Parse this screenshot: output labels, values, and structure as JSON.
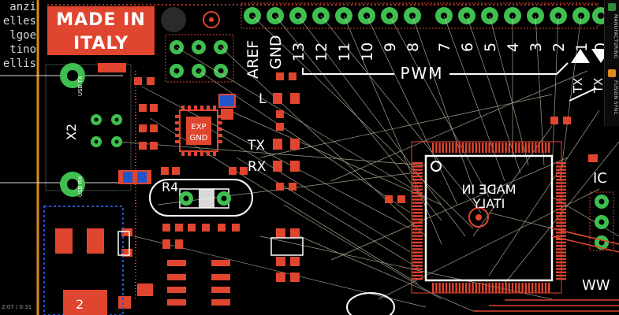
{
  "left_list": {
    "names": [
      "anzi",
      "elles",
      "lgoe",
      "tino",
      "ellis"
    ]
  },
  "board": {
    "silk_logo_line1": "MADE IN",
    "silk_logo_line2": "ITALY",
    "header_pins": [
      "AREF",
      "GND",
      "13",
      "12",
      "11",
      "10",
      "9",
      "8",
      "7",
      "6",
      "5",
      "4",
      "3",
      "2",
      "1",
      "0"
    ],
    "pwm_label": "PWM",
    "tx_arrow_label": "TX",
    "tx_right_label": "TX",
    "connector_label": "X2",
    "usb_label_top": "USB\nTX",
    "usb_label_bottom": "USB\nRX",
    "chip_small_line1": "EXP",
    "chip_small_line2": "GND",
    "label_l": "L",
    "label_tx": "TX",
    "label_rx": "RX",
    "label_r4": "R4",
    "label_ic": "IC",
    "label_ww": "WW",
    "mirror_line1": "MADE IN",
    "mirror_line2": "ITALY",
    "regulator_label": "2"
  },
  "panel_tabs": {
    "manufacturing": "MANUFACTURING",
    "fusion_sync": "FUSION SYNC"
  },
  "video": {
    "timestamp": "2:07 / 0:31"
  },
  "colors": {
    "silk": "#ffffff",
    "copper": "#e0452f",
    "via_green": "#3fbf4f",
    "pcb_bg": "#000000",
    "outline_orange": "#e08a1a",
    "dim_blue": "#2255cc"
  }
}
